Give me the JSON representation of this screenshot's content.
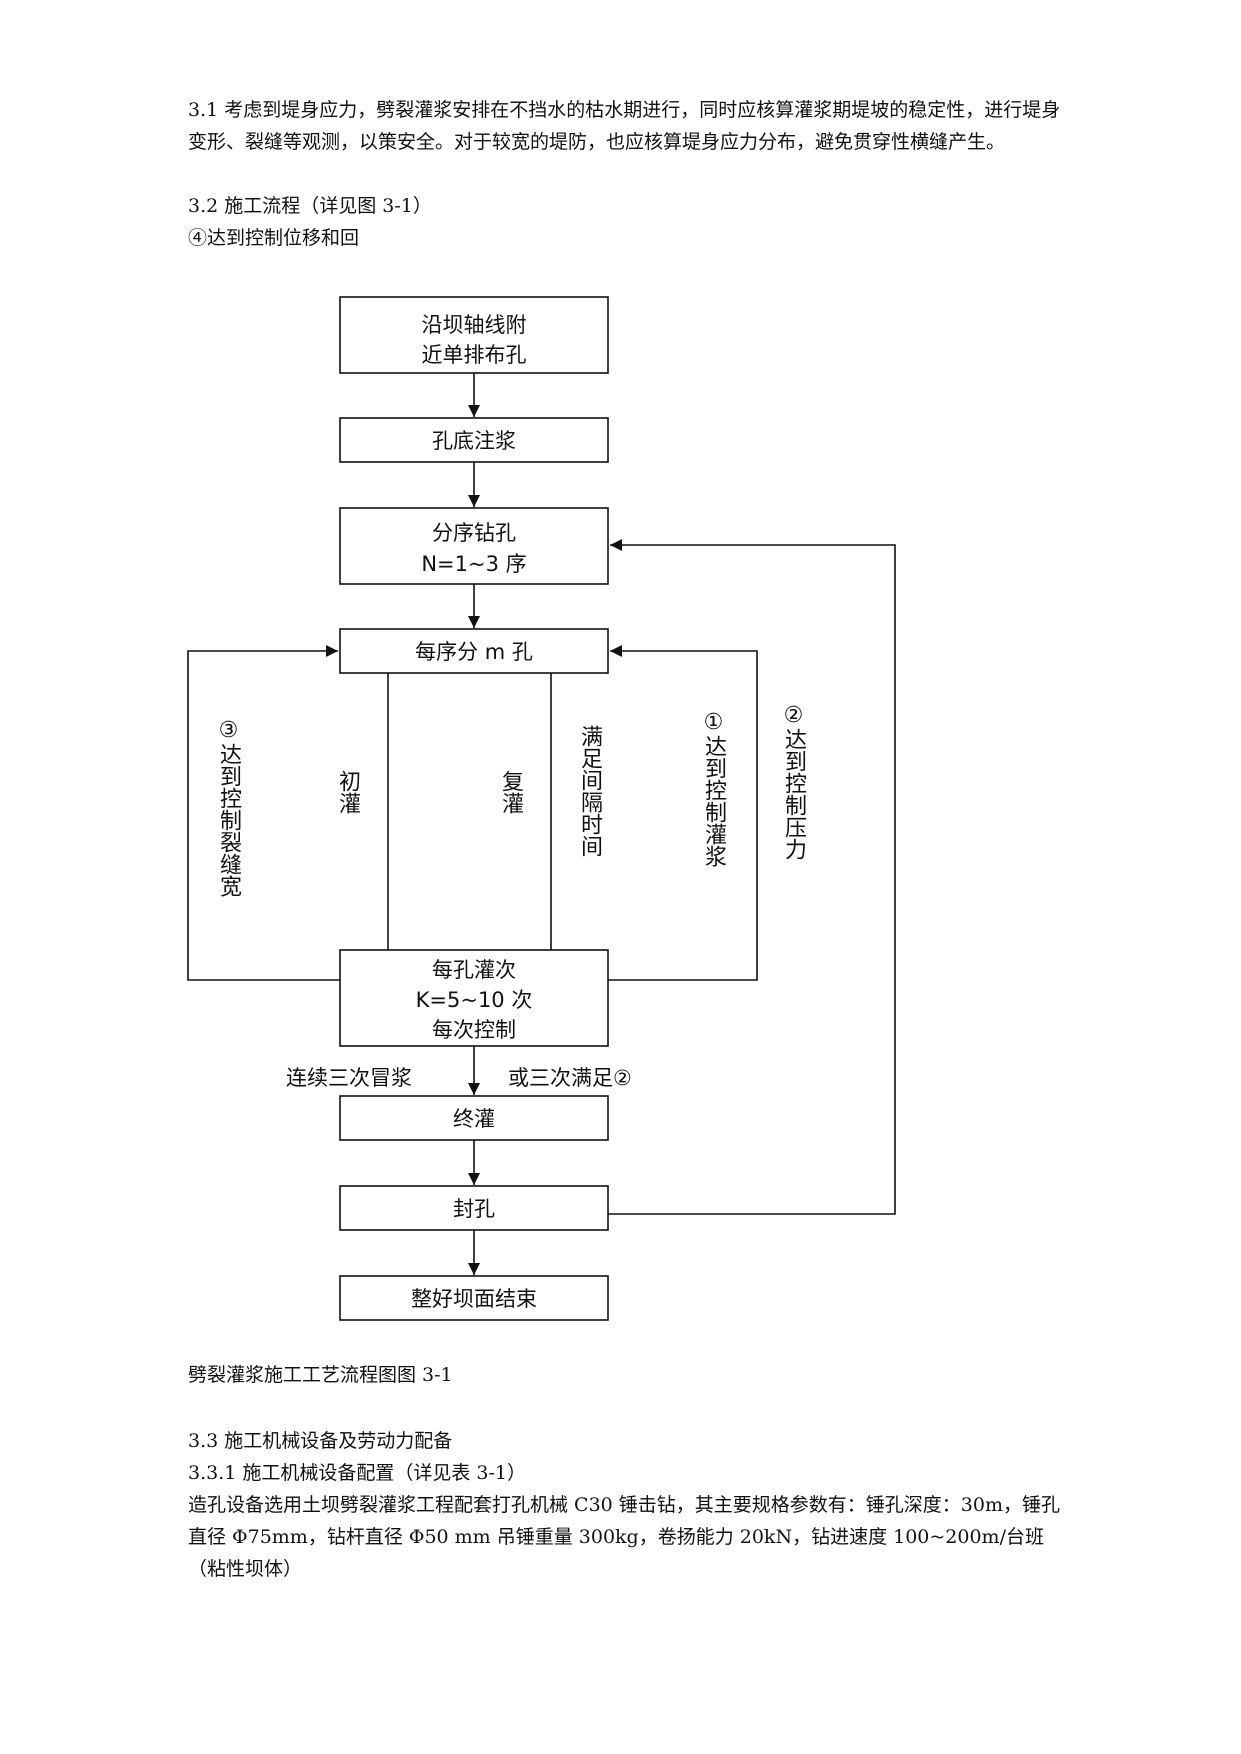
{
  "text": {
    "p31": "3.1 考虑到堤身应力，劈裂灌浆安排在不挡水的枯水期进行，同时应核算灌浆期堤坡的稳定性，进行堤身变形、裂缝等观测，以策安全。对于较宽的堤防，也应核算堤身应力分布，避免贯穿性横缝产生。",
    "h32": "3.2 施工流程（详见图 3-1）",
    "note4": "④达到控制位移和回",
    "caption": "劈裂灌浆施工工艺流程图图 3-1",
    "h33": "3.3 施工机械设备及劳动力配备",
    "h331": "3.3.1 施工机械设备配置（详见表 3-1）",
    "p331": "造孔设备选用土坝劈裂灌浆工程配套打孔机械 C30 锤击钻，其主要规格参数有：锤孔深度：30m，锤孔直径 Φ75mm，钻杆直径 Φ50 mm 吊锤重量 300kg，卷扬能力 20kN，钻进速度 100~200m/台班（粘性坝体）"
  },
  "flow": {
    "box1_l1": "沿坝轴线附",
    "box1_l2": "近单排布孔",
    "box2": "孔底注浆",
    "box3_l1": "分序钻孔",
    "box3_l2": "N=1~3 序",
    "box4": "每序分 m 孔",
    "box5_l1": "每孔灌次",
    "box5_l2": "K=5~10 次",
    "box5_l3": "每次控制",
    "box6": "终灌",
    "box7": "封孔",
    "box8": "整好坝面结束",
    "label_left": "③达到控制裂缝宽",
    "label_chuguan": "初灌",
    "label_fuguan": "复灌",
    "label_interval": "满足间隔时间",
    "label_r1": "①达到控制灌浆",
    "label_r2": "②达到控制压力",
    "label_below_left": "连续三次冒浆",
    "label_below_right": "或三次满足②"
  }
}
